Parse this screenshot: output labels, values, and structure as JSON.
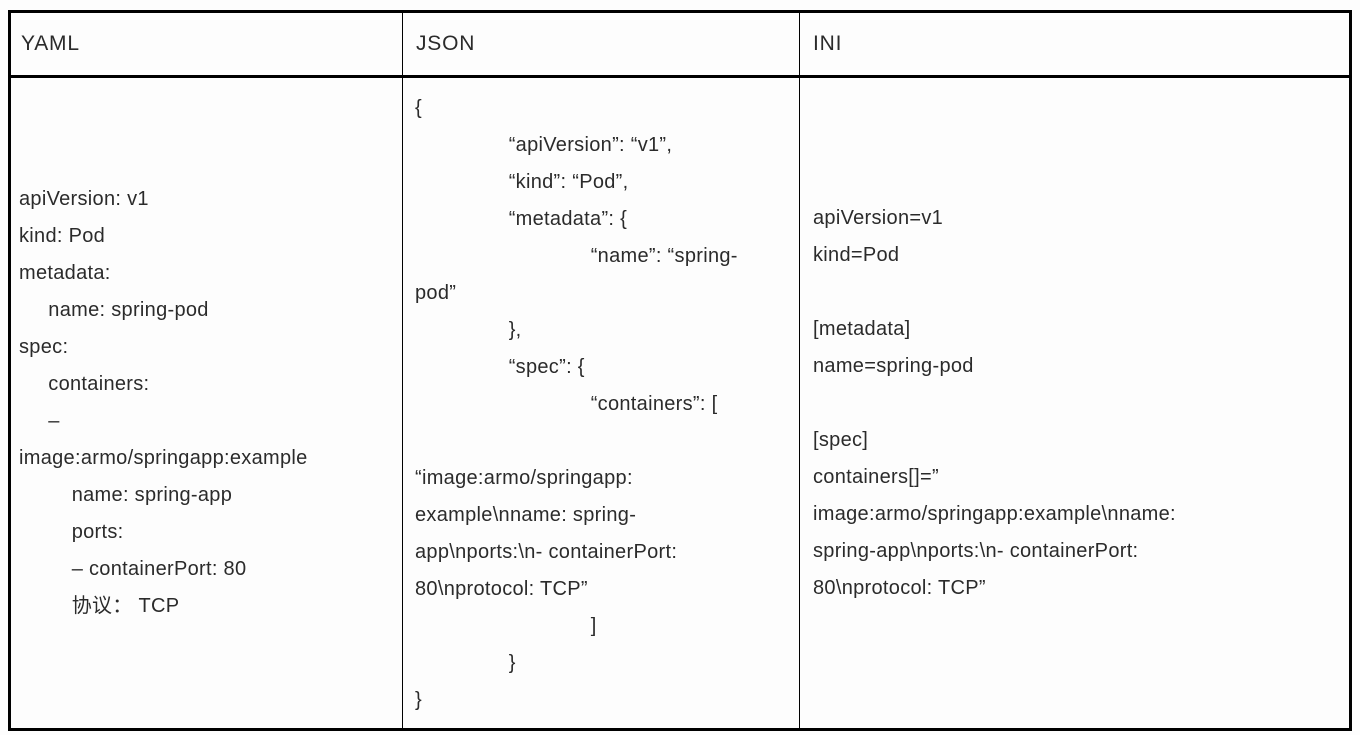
{
  "colors": {
    "border": "#000000",
    "text": "#2b2b2b",
    "background": "#fdfdfd"
  },
  "table": {
    "columns": [
      {
        "header": "YAML",
        "align": "center",
        "lines": [
          "apiVersion: v1",
          "kind: Pod",
          "metadata:",
          "     name: spring-pod",
          "spec:",
          "     containers:",
          "     –",
          "image:armo/springapp:example",
          "         name: spring-app",
          "         ports:",
          "         – containerPort: 80",
          "         协议： TCP"
        ]
      },
      {
        "header": "JSON",
        "align": "top",
        "lines": [
          "{",
          "                “apiVersion”: “v1”,",
          "                “kind”: “Pod”,",
          "                “metadata”: {",
          "                              “name”: “spring-",
          "pod”",
          "                },",
          "                “spec”: {",
          "                              “containers”: [",
          "",
          "“image:armo/springapp:",
          "example\\nname: spring-",
          "app\\nports:\\n- containerPort:",
          "80\\nprotocol: TCP”",
          "                              ]",
          "                }",
          "}"
        ]
      },
      {
        "header": "INI",
        "align": "center",
        "lines": [
          "apiVersion=v1",
          "kind=Pod",
          "",
          "[metadata]",
          "name=spring-pod",
          "",
          "[spec]",
          "containers[]=”",
          "image:armo/springapp:example\\nname:",
          "spring-app\\nports:\\n- containerPort:",
          "80\\nprotocol: TCP”"
        ]
      }
    ]
  }
}
